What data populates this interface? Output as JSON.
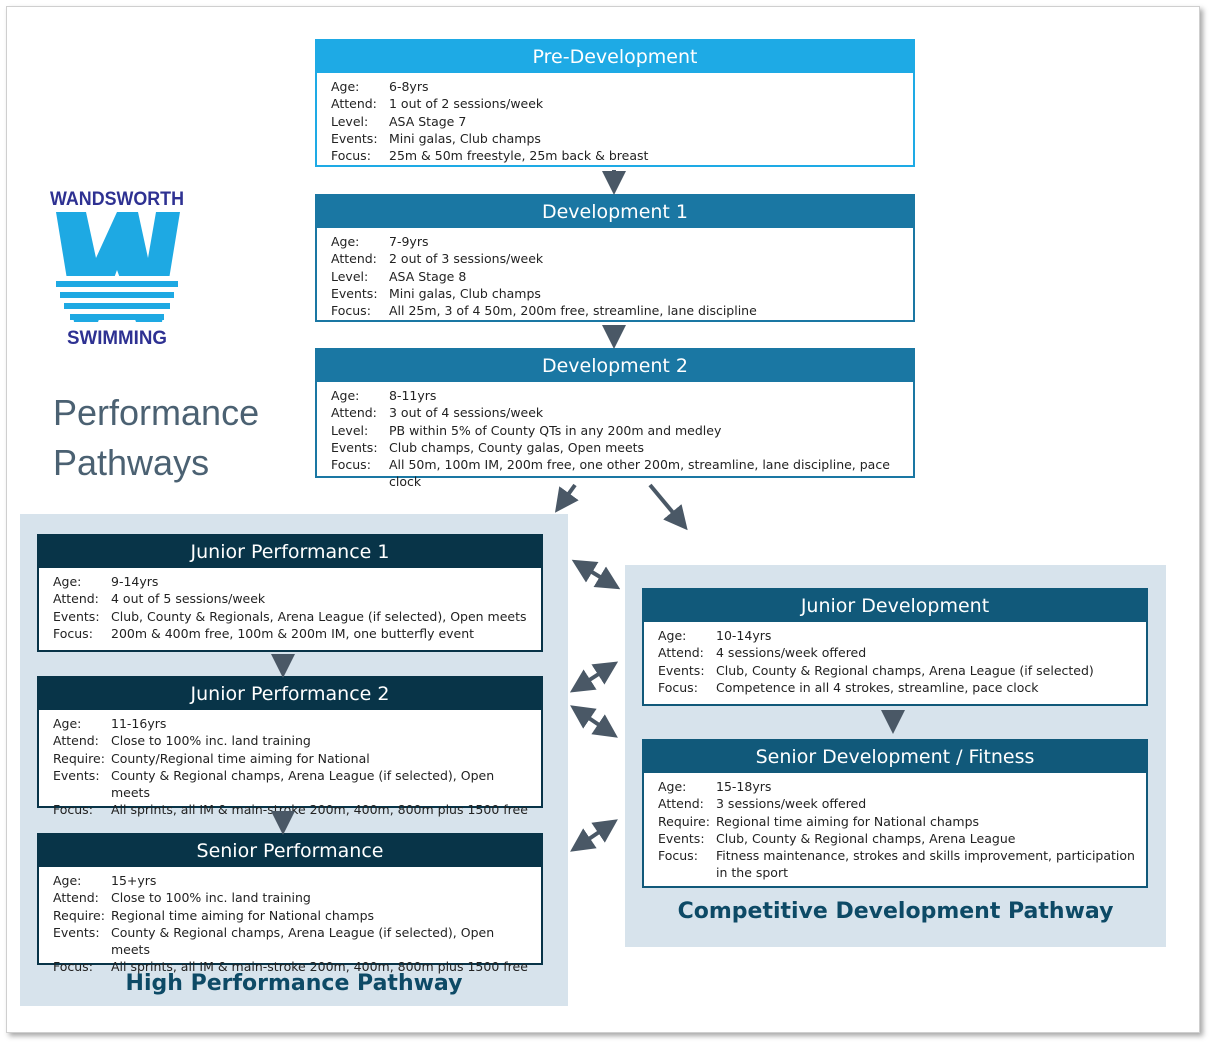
{
  "logo": {
    "top_text": "WANDSWORTH",
    "bottom_text": "SWIMMING"
  },
  "title": {
    "line1": "Performance",
    "line2": "Pathways"
  },
  "cards": {
    "pre_dev": {
      "heading": "Pre-Development",
      "rows": [
        {
          "label": "Age:",
          "value": "6-8yrs"
        },
        {
          "label": "Attend:",
          "value": "1 out of 2 sessions/week"
        },
        {
          "label": "Level:",
          "value": "ASA Stage 7"
        },
        {
          "label": "Events:",
          "value": "Mini galas, Club champs"
        },
        {
          "label": "Focus:",
          "value": "25m & 50m freestyle, 25m back & breast"
        }
      ]
    },
    "dev1": {
      "heading": "Development 1",
      "rows": [
        {
          "label": "Age:",
          "value": "7-9yrs"
        },
        {
          "label": "Attend:",
          "value": "2 out of 3 sessions/week"
        },
        {
          "label": "Level:",
          "value": "ASA Stage 8"
        },
        {
          "label": "Events:",
          "value": "Mini galas, Club champs"
        },
        {
          "label": "Focus:",
          "value": "All 25m, 3 of 4 50m, 200m free, streamline, lane discipline"
        }
      ]
    },
    "dev2": {
      "heading": "Development 2",
      "rows": [
        {
          "label": "Age:",
          "value": "8-11yrs"
        },
        {
          "label": "Attend:",
          "value": "3 out of 4 sessions/week"
        },
        {
          "label": "Level:",
          "value": "PB within 5% of County QTs in any 200m and medley"
        },
        {
          "label": "Events:",
          "value": "Club champs, County galas, Open meets"
        },
        {
          "label": "Focus:",
          "value": "All 50m, 100m IM, 200m free, one other 200m, streamline, lane discipline, pace clock"
        }
      ]
    },
    "jp1": {
      "heading": "Junior Performance 1",
      "rows": [
        {
          "label": "Age:",
          "value": "9-14yrs"
        },
        {
          "label": "Attend:",
          "value": "4 out of 5 sessions/week"
        },
        {
          "label": "Events:",
          "value": "Club, County & Regionals, Arena League (if selected), Open meets"
        },
        {
          "label": "Focus:",
          "value": "200m & 400m free, 100m & 200m IM, one butterfly event"
        }
      ]
    },
    "jp2": {
      "heading": "Junior Performance 2",
      "rows": [
        {
          "label": "Age:",
          "value": "11-16yrs"
        },
        {
          "label": "Attend:",
          "value": "Close to 100% inc. land training"
        },
        {
          "label": "Require:",
          "value": "County/Regional time aiming for National"
        },
        {
          "label": "Events:",
          "value": "County & Regional champs, Arena League (if selected), Open meets"
        },
        {
          "label": "Focus:",
          "value": "All sprints, all IM & main-stroke 200m, 400m, 800m plus 1500 free"
        }
      ]
    },
    "sp": {
      "heading": "Senior Performance",
      "rows": [
        {
          "label": "Age:",
          "value": "15+yrs"
        },
        {
          "label": "Attend:",
          "value": "Close to 100% inc. land training"
        },
        {
          "label": "Require:",
          "value": "Regional time aiming for National champs"
        },
        {
          "label": "Events:",
          "value": "County & Regional champs, Arena League (if selected), Open meets"
        },
        {
          "label": "Focus:",
          "value": "All sprints, all IM & main-stroke 200m, 400m, 800m plus 1500 free"
        }
      ]
    },
    "jd": {
      "heading": "Junior Development",
      "rows": [
        {
          "label": "Age:",
          "value": "10-14yrs"
        },
        {
          "label": "Attend:",
          "value": "4 sessions/week offered"
        },
        {
          "label": "Events:",
          "value": "Club, County & Regional champs, Arena League (if selected)"
        },
        {
          "label": "Focus:",
          "value": "Competence in all 4 strokes, streamline, pace clock"
        }
      ]
    },
    "sd": {
      "heading": "Senior Development / Fitness",
      "rows": [
        {
          "label": "Age:",
          "value": "15-18yrs"
        },
        {
          "label": "Attend:",
          "value": "3 sessions/week offered"
        },
        {
          "label": "Require:",
          "value": "Regional time aiming for National champs"
        },
        {
          "label": "Events:",
          "value": "Club, County & Regional champs, Arena League"
        },
        {
          "label": "Focus:",
          "value": "Fitness maintenance, strokes and skills  improvement, participation in the sport"
        }
      ]
    }
  },
  "pathways": {
    "high": "High Performance Pathway",
    "competitive": "Competitive Development Pathway"
  },
  "colors": {
    "light_blue": "#1eaae5",
    "mid_blue": "#1a77a3",
    "navy": "#083448",
    "teal": "#11597a",
    "panel": "#d7e3ec",
    "arrow": "#4a5866",
    "title_grey": "#4b6172",
    "logo_blue": "#1ea9e3",
    "logo_navy": "#2e3192"
  }
}
